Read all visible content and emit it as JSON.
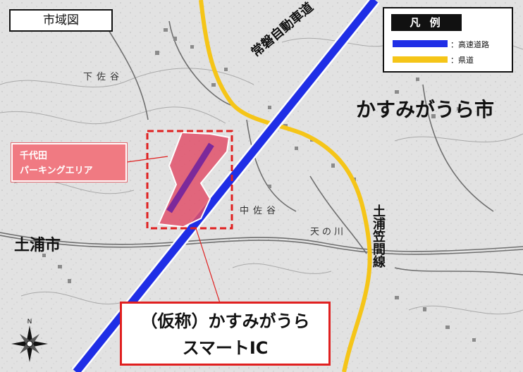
{
  "map": {
    "title": "市域図",
    "legend": {
      "heading": "凡 例",
      "items": [
        {
          "label": "：高速道路",
          "color": "#1f2ee6"
        },
        {
          "label": "：県道",
          "color": "#f5c518"
        }
      ]
    },
    "labels": {
      "kasumigaura_city": "かすみがうら市",
      "tsuchiura_city": "土浦市",
      "expressway_name": "常磐自動車道",
      "prefectural_road_name": "土浦笠間線",
      "shimosaya": "下佐谷",
      "nakasaya": "中佐谷",
      "river": "天の川"
    },
    "chiyoda_parking": {
      "line1": "千代田",
      "line2": "パーキングエリア"
    },
    "smart_ic": {
      "line1": "（仮称）かすみがうら",
      "line2": "スマートIC"
    },
    "colors": {
      "expressway": "#1f2ee6",
      "prefectural_road": "#f5c518",
      "highlight_area": "#e0506a",
      "callout_border": "#e02020"
    }
  }
}
